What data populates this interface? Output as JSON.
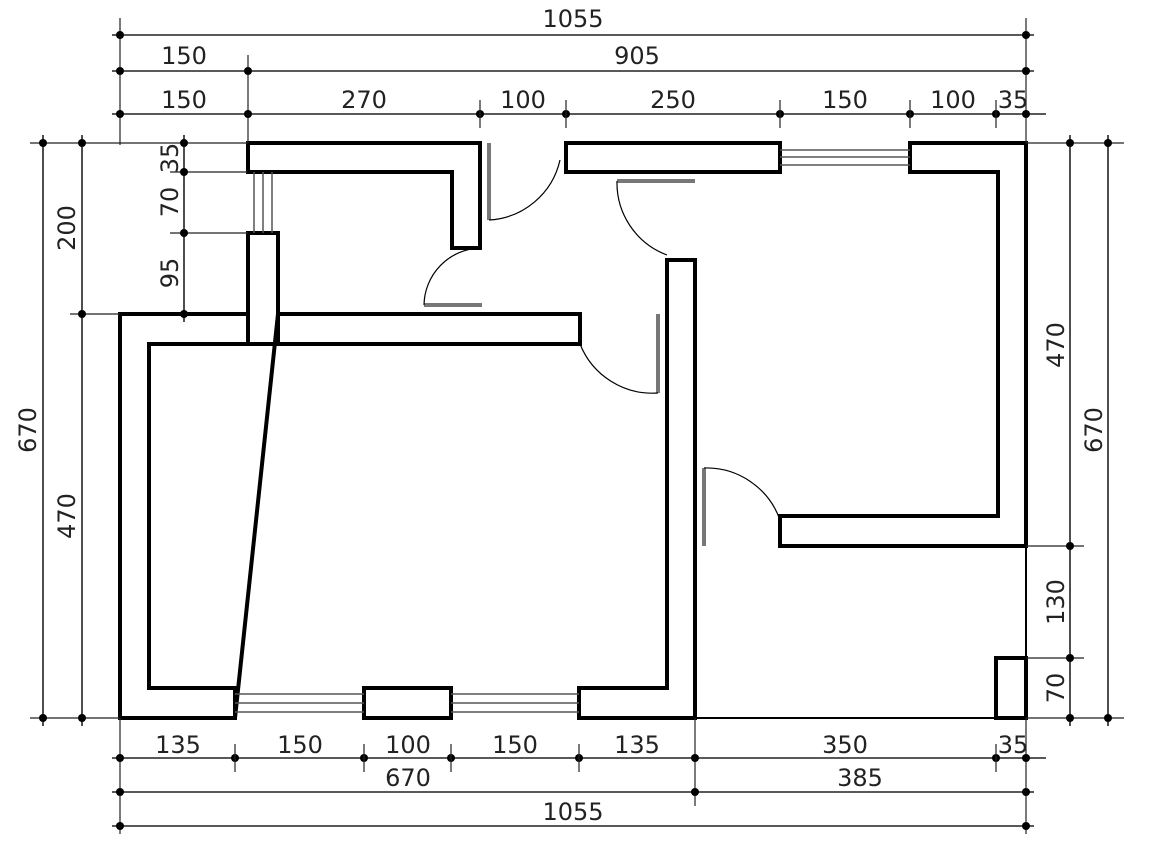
{
  "top_dimensions": {
    "total": "1055",
    "row2": [
      "150",
      "905"
    ],
    "row3": [
      "150",
      "270",
      "100",
      "250",
      "150",
      "100",
      "35"
    ]
  },
  "bottom_dimensions": {
    "row1": [
      "135",
      "150",
      "100",
      "150",
      "135",
      "350",
      "35"
    ],
    "row2": [
      "670",
      "385"
    ],
    "total": "1055"
  },
  "left_dimensions": {
    "outer": "670",
    "inner": [
      "200",
      "470"
    ],
    "small": [
      "35",
      "70",
      "95"
    ]
  },
  "right_dimensions": {
    "inner": [
      "470",
      "130",
      "70"
    ],
    "outer": "670"
  }
}
